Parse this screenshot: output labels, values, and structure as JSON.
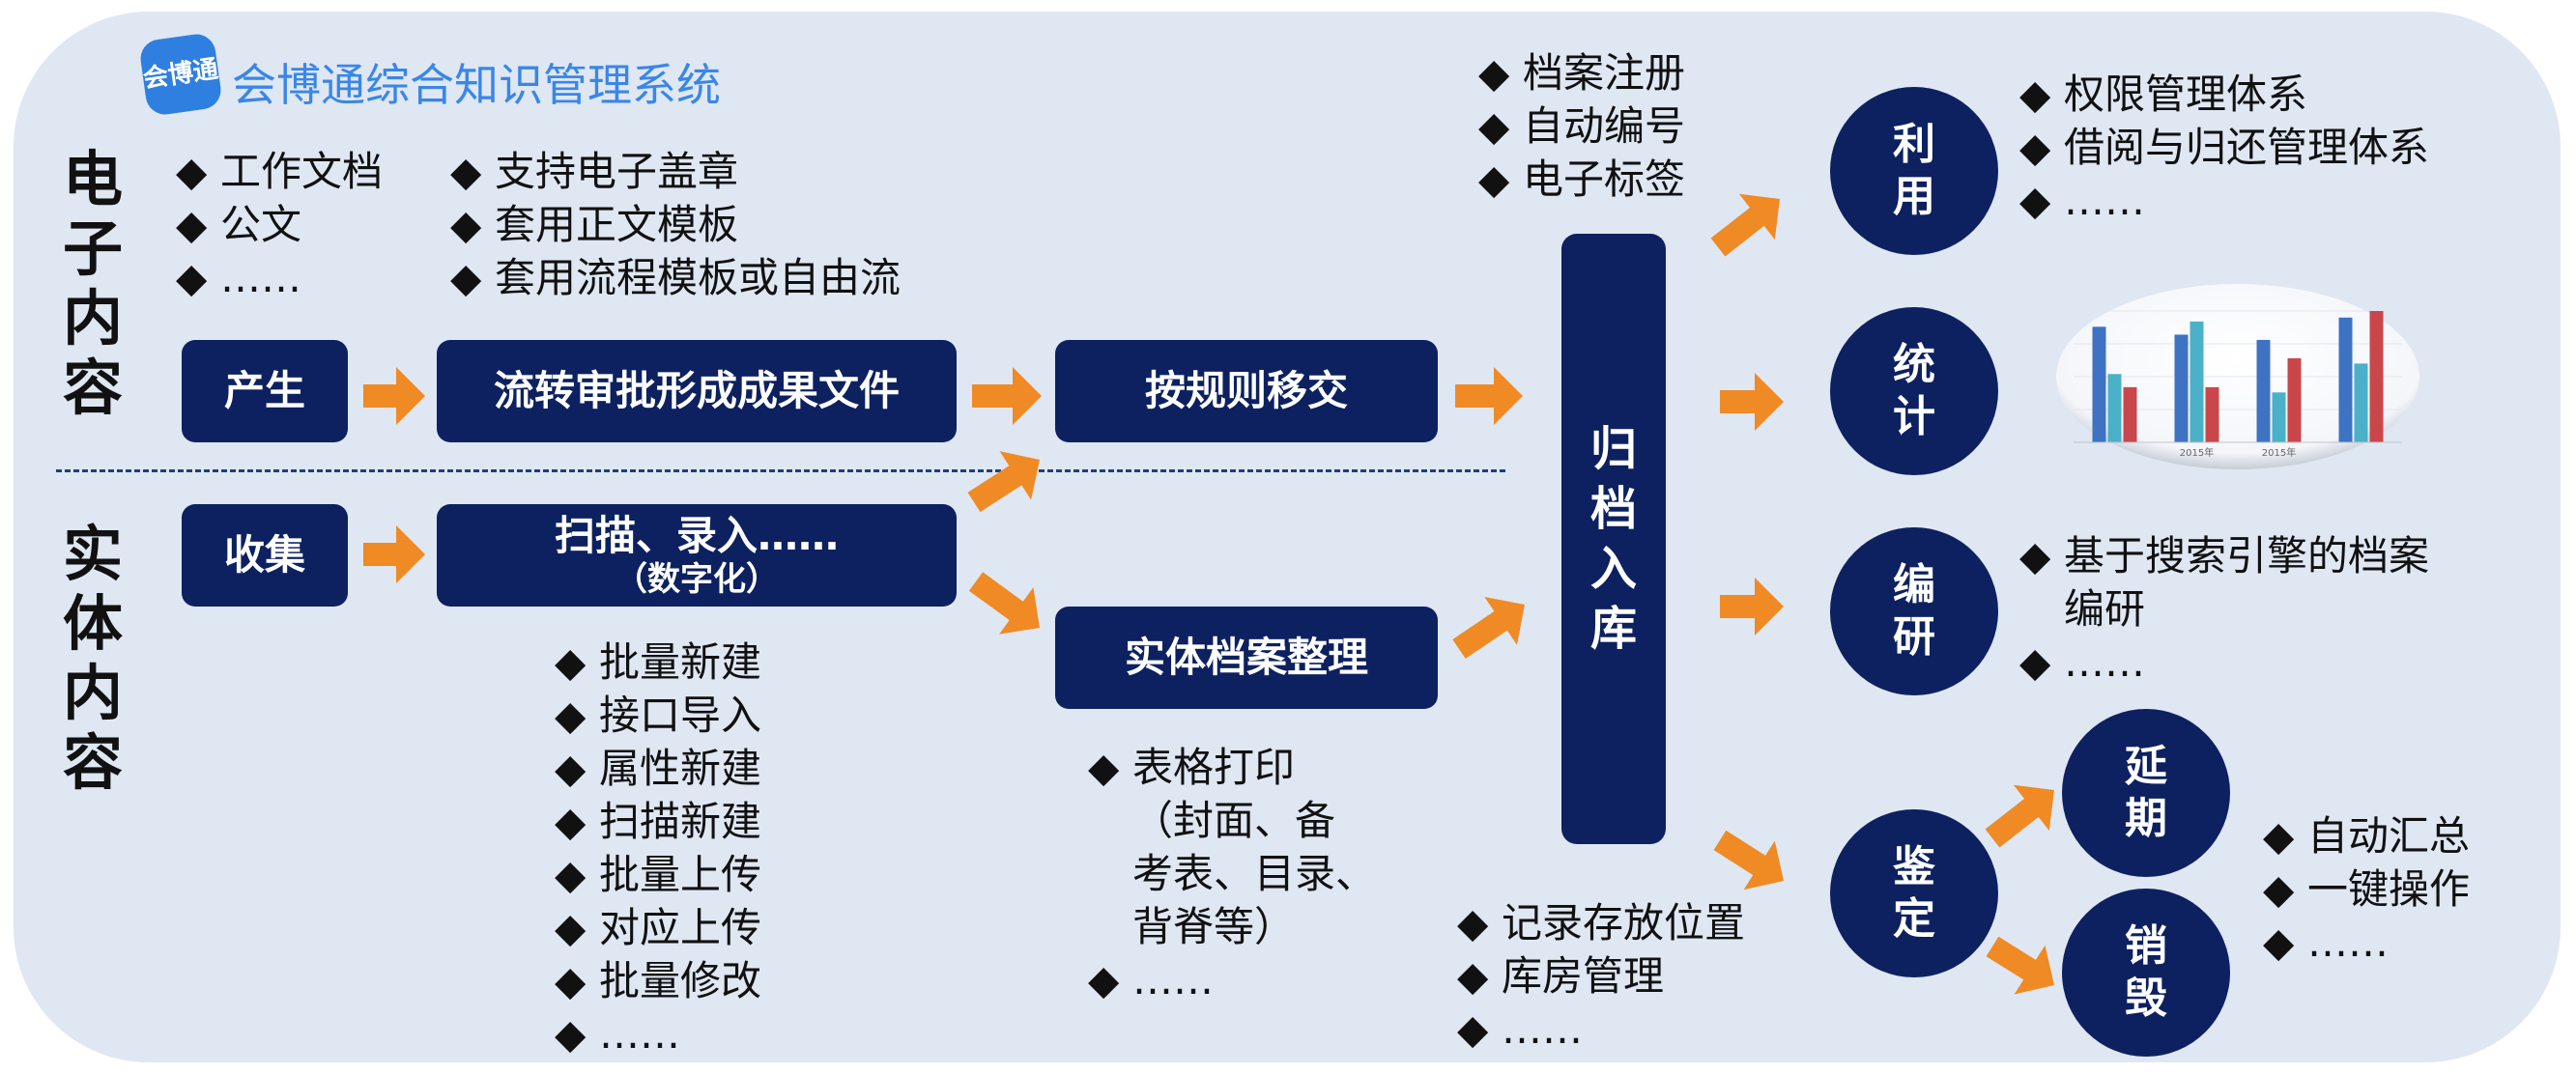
{
  "brand": {
    "logo_text": "会博通",
    "title": "会博通综合知识管理系统"
  },
  "sections": {
    "electronic": [
      "电",
      "子",
      "内",
      "容"
    ],
    "physical": [
      "实",
      "体",
      "内",
      "容"
    ]
  },
  "bullet": "◆",
  "lists": {
    "work_docs": [
      "工作文档",
      "公文",
      "……"
    ],
    "stamp": [
      "支持电子盖章",
      "套用正文模板",
      "套用流程模板或自由流"
    ],
    "register": [
      "档案注册",
      "自动编号",
      "电子标签"
    ],
    "use": [
      "权限管理体系",
      "借阅与归还管理体系",
      "……"
    ],
    "compile": {
      "line1": "基于搜索引擎的档案",
      "line2": "编研",
      "more": "……"
    },
    "batch": [
      "批量新建",
      "接口导入",
      "属性新建",
      "扫描新建",
      "批量上传",
      "对应上传",
      "批量修改",
      "……"
    ],
    "print": {
      "line1": "表格打印",
      "line2": "（封面、备",
      "line3": "考表、目录、",
      "line4": "背脊等）",
      "more": "……"
    },
    "storage": [
      "记录存放位置",
      "库房管理",
      "……"
    ],
    "summary": [
      "自动汇总",
      "一键操作",
      "……"
    ]
  },
  "boxes": {
    "produce": "产生",
    "approve": "流转审批形成成果文件",
    "transfer": "按规则移交",
    "collect": "收集",
    "scan": "扫描、录入……",
    "digitize": "（数字化）",
    "organize": "实体档案整理"
  },
  "archive": [
    "归",
    "档",
    "入",
    "库"
  ],
  "circles": {
    "use": [
      "利",
      "用"
    ],
    "stats": [
      "统",
      "计"
    ],
    "compile": [
      "编",
      "研"
    ],
    "appraise": [
      "鉴",
      "定"
    ],
    "extend": [
      "延",
      "期"
    ],
    "destroy": [
      "销",
      "毁"
    ]
  },
  "colors": {
    "navy": "#0d2160",
    "arrow": "#f08a24",
    "panel": "#dfe7f3",
    "brand": "#3a86e8",
    "bar_blue": "#3e73c3",
    "bar_teal": "#4ab1c9",
    "bar_red": "#c9474a"
  },
  "chart_data": {
    "type": "bar",
    "categories": [
      "",
      "2015年",
      "2015年",
      ""
    ],
    "series": [
      {
        "values": [
          88,
          82,
          78,
          95
        ]
      },
      {
        "values": [
          52,
          92,
          38,
          60
        ]
      },
      {
        "values": [
          42,
          42,
          64,
          100
        ]
      }
    ],
    "ylim": [
      0,
      100
    ],
    "grid": true
  }
}
